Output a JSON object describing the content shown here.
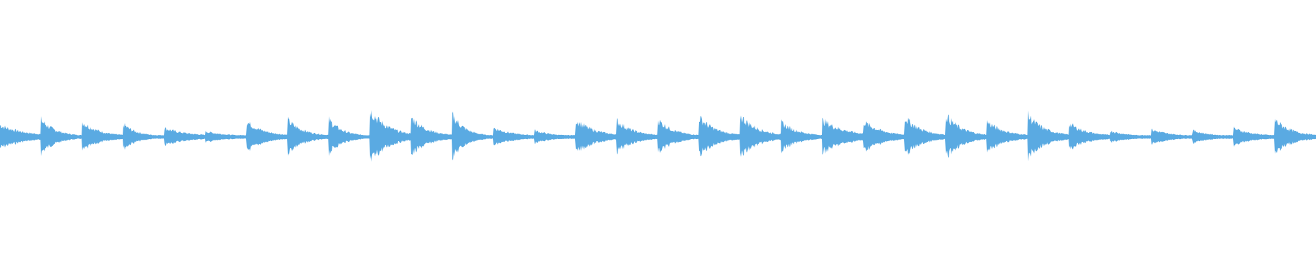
{
  "waveform": {
    "color": "#5aaae2",
    "background": "#ffffff",
    "segments": [
      {
        "peak": 0.42,
        "decay": 0.58,
        "gap": 0.0
      },
      {
        "peak": 0.62,
        "decay": 0.35,
        "gap": 0.0
      },
      {
        "peak": 0.55,
        "decay": 0.4,
        "gap": 0.0
      },
      {
        "peak": 0.45,
        "decay": 0.32,
        "gap": 0.0
      },
      {
        "peak": 0.3,
        "decay": 0.55,
        "gap": 0.0
      },
      {
        "peak": 0.18,
        "decay": 0.5,
        "gap": 0.0
      },
      {
        "peak": 0.55,
        "decay": 0.42,
        "gap": 0.0
      },
      {
        "peak": 0.6,
        "decay": 0.38,
        "gap": 0.0
      },
      {
        "peak": 0.62,
        "decay": 0.32,
        "gap": 0.0
      },
      {
        "peak": 1.0,
        "decay": 0.42,
        "gap": 0.0
      },
      {
        "peak": 0.72,
        "decay": 0.38,
        "gap": 0.0
      },
      {
        "peak": 0.82,
        "decay": 0.3,
        "gap": 0.0
      },
      {
        "peak": 0.32,
        "decay": 0.45,
        "gap": 0.0
      },
      {
        "peak": 0.22,
        "decay": 0.4,
        "gap": 0.0
      },
      {
        "peak": 0.62,
        "decay": 0.45,
        "gap": 0.0
      },
      {
        "peak": 0.58,
        "decay": 0.4,
        "gap": 0.0
      },
      {
        "peak": 0.62,
        "decay": 0.38,
        "gap": 0.0
      },
      {
        "peak": 0.72,
        "decay": 0.4,
        "gap": 0.0
      },
      {
        "peak": 0.78,
        "decay": 0.42,
        "gap": 0.0
      },
      {
        "peak": 0.52,
        "decay": 0.4,
        "gap": 0.0
      },
      {
        "peak": 0.6,
        "decay": 0.55,
        "gap": 0.0
      },
      {
        "peak": 0.55,
        "decay": 0.45,
        "gap": 0.0
      },
      {
        "peak": 0.72,
        "decay": 0.4,
        "gap": 0.0
      },
      {
        "peak": 0.8,
        "decay": 0.38,
        "gap": 0.0
      },
      {
        "peak": 0.55,
        "decay": 0.42,
        "gap": 0.0
      },
      {
        "peak": 0.78,
        "decay": 0.4,
        "gap": 0.0
      },
      {
        "peak": 0.48,
        "decay": 0.42,
        "gap": 0.0
      },
      {
        "peak": 0.2,
        "decay": 0.4,
        "gap": 0.0
      },
      {
        "peak": 0.25,
        "decay": 0.45,
        "gap": 0.0
      },
      {
        "peak": 0.22,
        "decay": 0.4,
        "gap": 0.0
      },
      {
        "peak": 0.3,
        "decay": 0.45,
        "gap": 0.0
      },
      {
        "peak": 0.62,
        "decay": 0.4,
        "gap": 0.0
      }
    ]
  }
}
